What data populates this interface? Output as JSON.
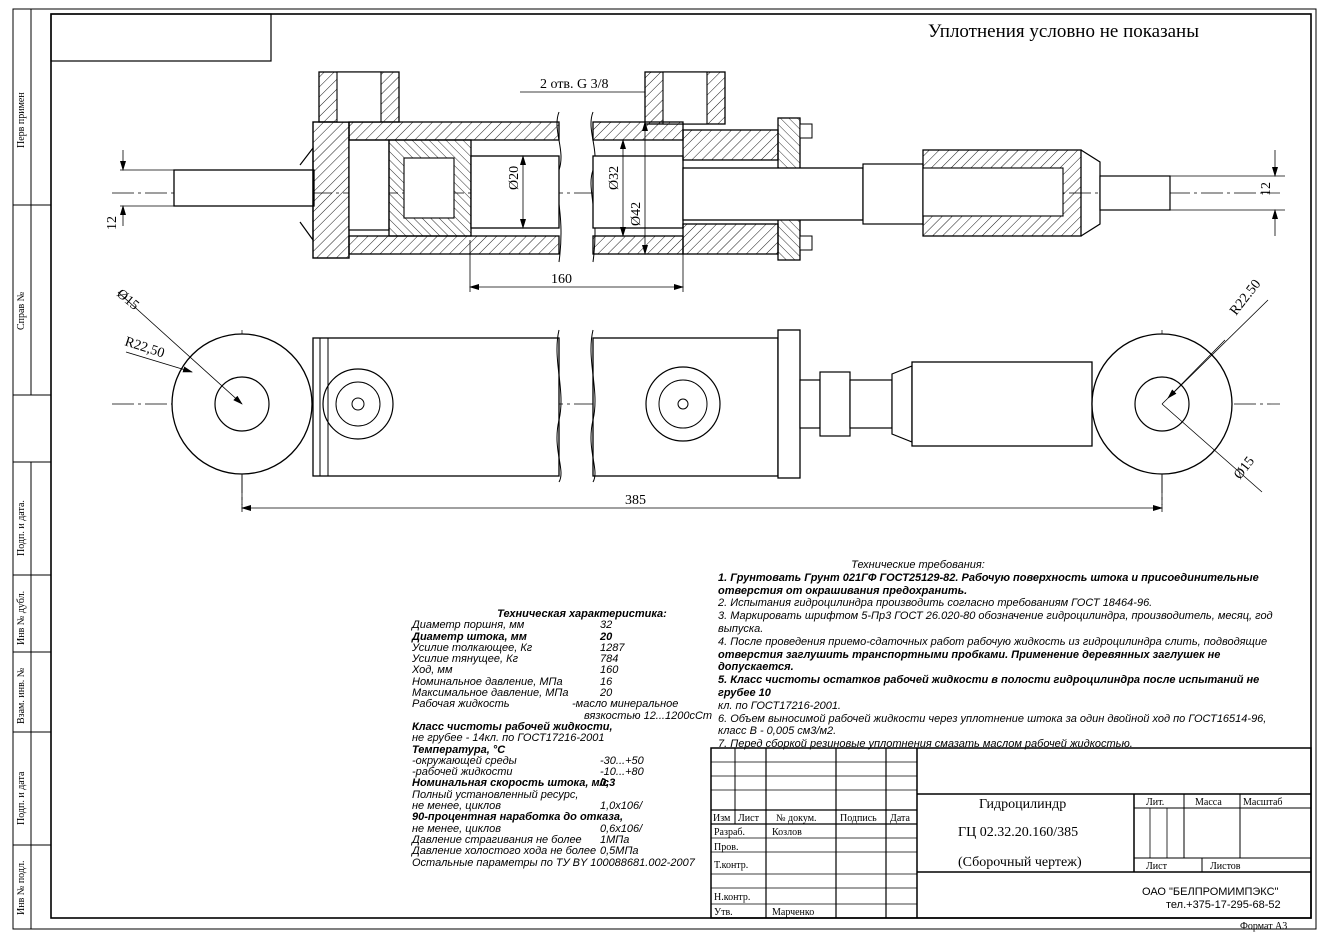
{
  "header_note": "Уплотнения условно не показаны",
  "side_labels": [
    "Перв примен",
    "Справ №",
    "Подп. и дата.",
    "Инв № дубл.",
    "Взам. инв. №",
    "Подп. и дата",
    "Инв № подл."
  ],
  "dimensions": {
    "ports": "2 отв. G 3/8",
    "d20": "Ø20",
    "d32": "Ø32",
    "d42": "Ø42",
    "left_12": "12",
    "right_12": "12",
    "stroke_160": "160",
    "length_385": "385",
    "left_d15": "Ø15",
    "left_r": "R22,50",
    "right_r": "R22.50",
    "right_d15": "Ø15"
  },
  "specs": {
    "title": "Техническая характеристика:",
    "rows": [
      {
        "label": "Диаметр поршня, мм",
        "value": "32",
        "bold": false
      },
      {
        "label": "Диаметр штока, мм",
        "value": "20",
        "bold": true
      },
      {
        "label": "Усилие толкающее, Кг",
        "value": "1287",
        "bold": false
      },
      {
        "label": "Усилие тянущее, Кг",
        "value": "784",
        "bold": false
      },
      {
        "label": "Ход, мм",
        "value": "160",
        "bold": false
      },
      {
        "label": "Номинальное давление, МПа",
        "value": "16",
        "bold": false
      },
      {
        "label": "Максимальное давление, МПа",
        "value": "20",
        "bold": false
      }
    ],
    "fluid_label": "Рабочая жидкость",
    "fluid_value_1": "-масло минеральное",
    "fluid_value_2": "вязкостью 12...1200сСт",
    "purity_title": "Класс чистоты рабочей жидкости,",
    "purity_value": "не грубее - 14кл. по ГОСТ17216-2001",
    "temp_title": "Температура, °С",
    "temp_env_label": "-окружающей среды",
    "temp_env_value": "-30...+50",
    "temp_fluid_label": "-рабочей жидкости",
    "temp_fluid_value": "-10...+80",
    "speed_label": "Номинальная скорость штока, м/с",
    "speed_value": "0,3",
    "resource_1": "Полный установленный ресурс,",
    "resource_2_label": "не менее, циклов",
    "resource_2_value": "1,0х106/",
    "percent_title": "90-процентная наработка до отказа,",
    "percent_label": "не менее, циклов",
    "percent_value": "0,6х106/",
    "start_pressure_label": "Давление страгивания не более",
    "start_pressure_value": "1МПа",
    "idle_pressure_label": "Давление холостого хода не более",
    "idle_pressure_value": "0,5МПа",
    "other": "Остальные параметры по ТУ BY 100088681.002-2007"
  },
  "requirements": {
    "title": "Технические требования:",
    "lines": [
      {
        "text": "1. Грунтовать Грунт 021ГФ ГОСТ25129-82. Рабочую поверхность штока и присоединительные",
        "bold": true
      },
      {
        "text": "отверстия от окрашивания предохранить.",
        "bold": true
      },
      {
        "text": "2. Испытания гидроцилиндра производить согласно требованиям ГОСТ 18464-96.",
        "bold": false
      },
      {
        "text": "3. Маркировать шрифтом 5-Пр3 ГОСТ 26.020-80 обозначение гидроцилиндра, производитель, месяц, год",
        "bold": false
      },
      {
        "text": "выпуска.",
        "bold": false
      },
      {
        "text": "4. После проведения приемо-сдаточных работ рабочую жидкость из гидроцилиндра слить, подводящие",
        "bold": false
      },
      {
        "text": "отверстия заглушить транспортными пробками. Применение деревянных заглушек не допускается.",
        "bold": true
      },
      {
        "text": "5. Класс чистоты остатков рабочей жидкости в полости гидроцилиндра после испытаний не грубее 10",
        "bold": true
      },
      {
        "text": "кл. по ГОСТ17216-2001.",
        "bold": false
      },
      {
        "text": "6. Объем выносимой рабочей жидкости через уплотнение штока за один двойной ход по ГОСТ16514-96,",
        "bold": false
      },
      {
        "text": "класс В - 0,005 см3/м2.",
        "bold": false
      },
      {
        "text": "7. Перед сборкой резиновые уплотнения смазать маслом  рабочей жидкостью.",
        "bold": false
      }
    ]
  },
  "title_block": {
    "col_izm": "Изм",
    "col_list": "Лист",
    "col_doc": "№ докум.",
    "col_sign": "Подпись",
    "col_date": "Дата",
    "role_razrab": "Разраб.",
    "role_prov": "Пров.",
    "role_tkontr": "Т.контр.",
    "role_nkontr": "Н.контр.",
    "role_utv": "Утв.",
    "name_razrab": "Козлов",
    "name_utv": "Марченко",
    "product_name": "Гидроцилиндр",
    "product_code": "ГЦ 02.32.20.160/385",
    "product_kind": "(Сборочный чертеж)",
    "lit": "Лит.",
    "mass": "Масса",
    "scale": "Масштаб",
    "sheet": "Лист",
    "sheets": "Листов",
    "company": "ОАО \"БЕЛПРОМИМПЭКС\"",
    "phone": "тел.+375-17-295-68-52"
  },
  "format": "Формат  А3"
}
